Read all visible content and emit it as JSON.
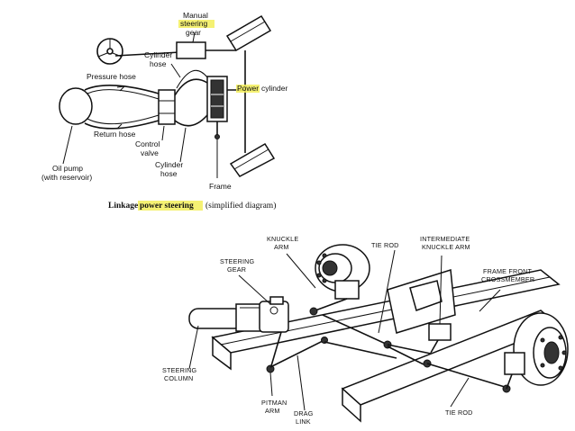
{
  "top_diagram": {
    "labels": {
      "manual": "Manual",
      "steering_hl": "steering",
      "gear": "gear",
      "cylinder_hose_top_1": "Cylinder",
      "cylinder_hose_top_2": "hose",
      "pressure_hose": "Pressure hose",
      "power_hl": "Power",
      "cylinder_word": "cylinder",
      "return_hose": "Return hose",
      "control_1": "Control",
      "control_2": "valve",
      "cylinder_hose_bot_1": "Cylinder",
      "cylinder_hose_bot_2": "hose",
      "oil_pump_1": "Oil pump",
      "oil_pump_2": "(with reservoir)",
      "frame": "Frame"
    },
    "caption": {
      "prefix": "Linkage",
      "highlight": "power steering",
      "suffix": "(simplified diagram)"
    }
  },
  "bottom_diagram": {
    "labels": {
      "knuckle_1": "KNUCKLE",
      "knuckle_2": "ARM",
      "tie_rod_top": "TIE ROD",
      "intermediate_1": "INTERMEDIATE",
      "intermediate_2": "KNUCKLE ARM",
      "steering_gear_1": "STEERING",
      "steering_gear_2": "GEAR",
      "frame_front_1": "FRAME FRONT",
      "frame_front_2": "CROSSMEMBER",
      "steering_col_1": "STEERING",
      "steering_col_2": "COLUMN",
      "pitman_1": "PITMAN",
      "pitman_2": "ARM",
      "drag_1": "DRAG",
      "drag_2": "LINK",
      "tie_rod_bottom": "TIE ROD"
    }
  }
}
